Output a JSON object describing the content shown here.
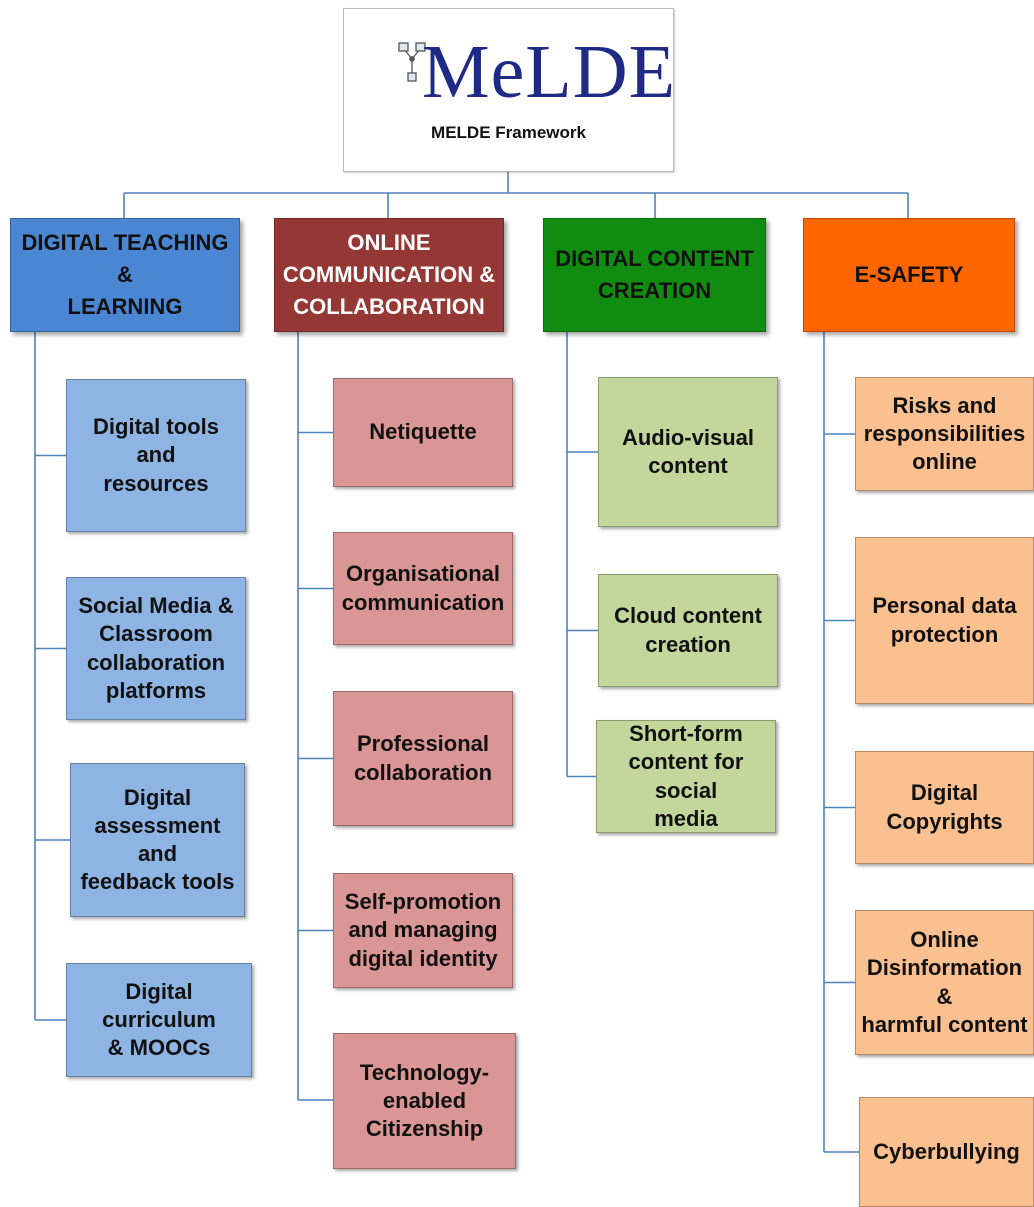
{
  "root": {
    "logo_text": "MeLDE",
    "caption": "MELDE Framework",
    "logo_icon": "molecule-network-icon"
  },
  "colors": {
    "line": "#4f81bd",
    "logo": "#1f2a86"
  },
  "categories": [
    {
      "title": "DIGITAL TEACHING & LEARNING",
      "header_color": "#4a86d2",
      "header_text_color": "#111111",
      "item_color": "#8eb4e3",
      "items": [
        "Digital tools and resources",
        "Social Media & Classroom collaboration platforms",
        "Digital assessment and feedback tools",
        "Digital curriculum & MOOCs"
      ]
    },
    {
      "title": "ONLINE COMMUNICATION & COLLABORATION",
      "header_color": "#953735",
      "header_text_color": "#ffffff",
      "item_color": "#d99694",
      "items": [
        "Netiquette",
        "Organisational communication",
        "Professional collaboration",
        "Self-promotion and managing digital identity",
        "Technology-enabled Citizenship"
      ]
    },
    {
      "title": "DIGITAL CONTENT CREATION",
      "header_color": "#108c10",
      "header_text_color": "#111111",
      "item_color": "#c3d69b",
      "items": [
        "Audio-visual content",
        "Cloud content creation",
        "Short-form content for social media"
      ]
    },
    {
      "title": "E-SAFETY",
      "header_color": "#ff6600",
      "header_text_color": "#111111",
      "item_color": "#fac090",
      "items": [
        "Risks and responsibilities online",
        "Personal data protection",
        "Digital Copyrights",
        "Online Disinformation & harmful content",
        "Cyberbullying"
      ]
    }
  ]
}
